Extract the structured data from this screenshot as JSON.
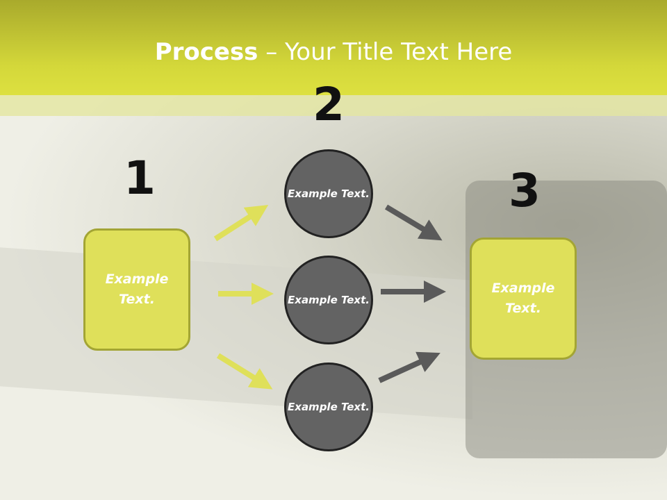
{
  "title": {
    "bold": "Process",
    "rest": " – Your Title Text Here"
  },
  "steps": {
    "n1": "1",
    "n2": "2",
    "n3": "3"
  },
  "box1": "Example Text.",
  "box3": "Example Text.",
  "circles": [
    "Example Text.",
    "Example Text.",
    "Example Text."
  ],
  "colors": {
    "accent": "#dfe05a",
    "circle": "#636363",
    "arrow_dark": "#5a5a5a"
  }
}
